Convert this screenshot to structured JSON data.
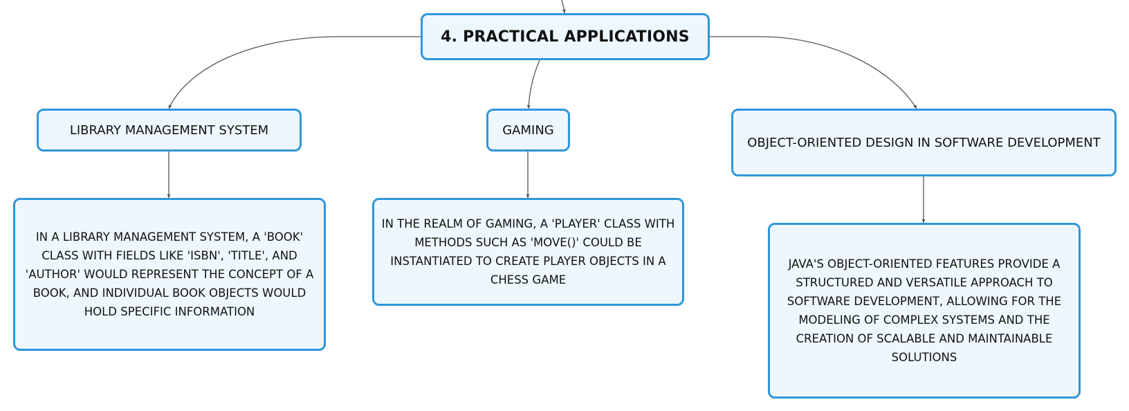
{
  "diagram": {
    "title": "4. PRACTICAL APPLICATIONS",
    "topics": [
      {
        "label": "LIBRARY MANAGEMENT SYSTEM",
        "note": "IN A LIBRARY MANAGEMENT SYSTEM, A 'BOOK' CLASS WITH FIELDS LIKE 'ISBN', 'TITLE', AND 'AUTHOR' WOULD REPRESENT THE CONCEPT OF A BOOK, AND INDIVIDUAL BOOK OBJECTS WOULD HOLD SPECIFIC INFORMATION"
      },
      {
        "label": "GAMING",
        "note": "IN THE REALM OF GAMING, A 'PLAYER' CLASS WITH METHODS SUCH AS 'MOVE()' COULD BE INSTANTIATED TO CREATE PLAYER OBJECTS IN A CHESS GAME"
      },
      {
        "label": "OBJECT-ORIENTED DESIGN IN SOFTWARE DEVELOPMENT",
        "note": "JAVA'S OBJECT-ORIENTED FEATURES PROVIDE A STRUCTURED AND VERSATILE APPROACH TO SOFTWARE DEVELOPMENT, ALLOWING FOR THE MODELING OF COMPLEX SYSTEMS AND THE CREATION OF SCALABLE AND MAINTAINABLE SOLUTIONS"
      }
    ],
    "colors": {
      "border": "#2f96d8",
      "fill": "#eef7fd",
      "connector": "#555555",
      "text": "#111111"
    }
  }
}
